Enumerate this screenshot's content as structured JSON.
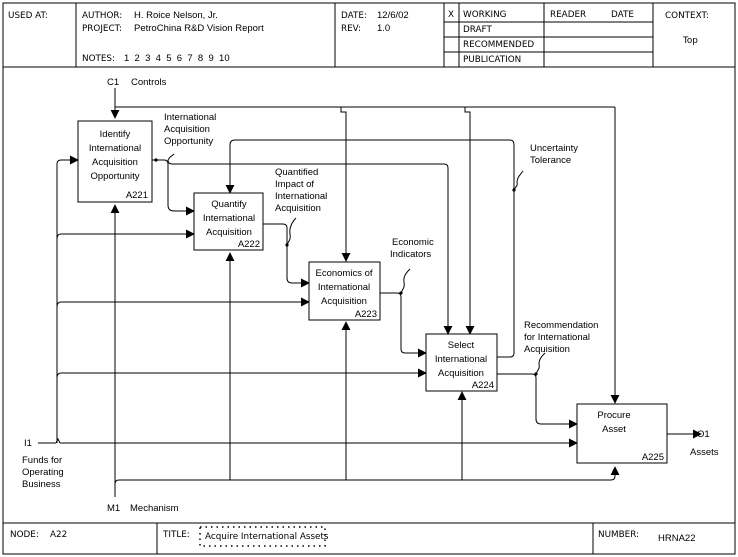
{
  "header": {
    "used_at_label": "USED AT:",
    "author_label": "AUTHOR:",
    "author": "H. Roice Nelson, Jr.",
    "project_label": "PROJECT:",
    "project": "PetroChina R&D Vision Report",
    "notes_label": "NOTES:",
    "notes_numbers": "1  2  3  4  5  6  7  8  9  10",
    "date_label": "DATE:",
    "date": "12/6/02",
    "rev_label": "REV:",
    "rev": "1.0",
    "status_mark": "X",
    "status_items": [
      "WORKING",
      "DRAFT",
      "RECOMMENDED",
      "PUBLICATION"
    ],
    "reader_label": "READER",
    "reader_date_label": "DATE",
    "context_label": "CONTEXT:",
    "context_value": "Top"
  },
  "diagram": {
    "boxes": [
      {
        "id": "a221",
        "lines": [
          "Identify",
          "International",
          "Acquisition",
          "Opportunity"
        ],
        "code": "A221"
      },
      {
        "id": "a222",
        "lines": [
          "Quantify",
          "International",
          "Acquisition"
        ],
        "code": "A222"
      },
      {
        "id": "a223",
        "lines": [
          "Economics of",
          "International",
          "Acquisition"
        ],
        "code": "A223"
      },
      {
        "id": "a224",
        "lines": [
          "Select",
          "International",
          "Acquisition"
        ],
        "code": "A224"
      },
      {
        "id": "a225",
        "lines": [
          "Procure",
          "Asset"
        ],
        "code": "A225"
      }
    ],
    "arrow_labels": {
      "c1_code": "C1",
      "c1_name": "Controls",
      "i1_code": "I1",
      "i1_name": [
        "Funds for",
        "Operating",
        "Business"
      ],
      "m1_code": "M1",
      "m1_name": "Mechanism",
      "o1_code": "O1",
      "o1_name": "Assets",
      "opportunity": [
        "International",
        "Acquisition",
        "Opportunity"
      ],
      "quantified": [
        "Quantified",
        "Impact of",
        "International",
        "Acquisition"
      ],
      "economic": [
        "Economic",
        "Indicators"
      ],
      "uncertainty": [
        "Uncertainty",
        "Tolerance"
      ],
      "recommendation": [
        "Recommendation",
        "for International",
        "Acquisition"
      ]
    }
  },
  "footer": {
    "node_label": "NODE:",
    "node": "A22",
    "title_label": "TITLE:",
    "title": "Acquire International Assets",
    "number_label": "NUMBER:",
    "number": "HRNA22"
  }
}
